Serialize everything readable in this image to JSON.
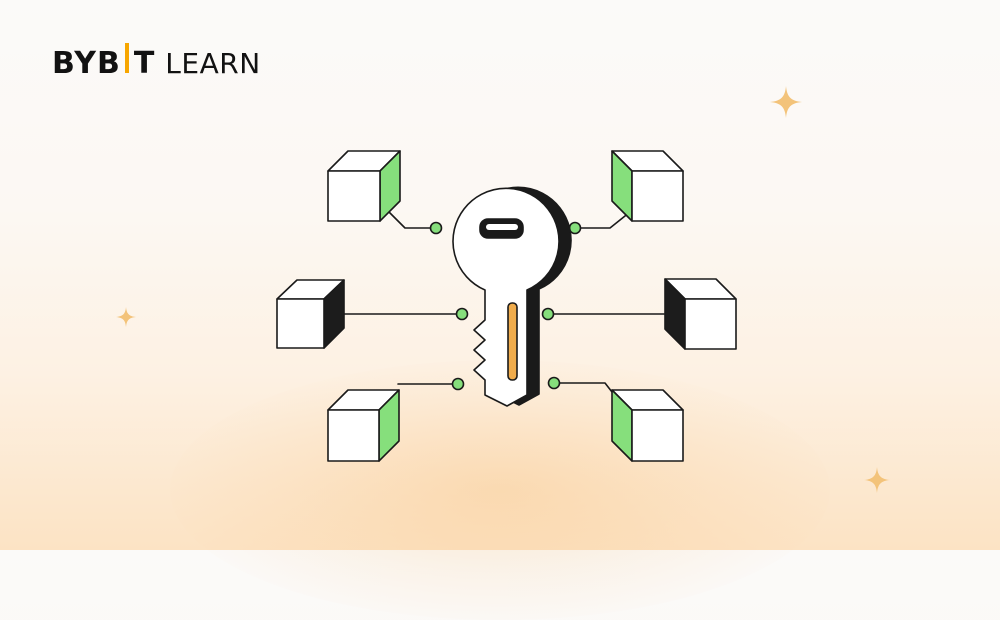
{
  "brand": {
    "name": "BYB",
    "name_tail": "T",
    "section": "LEARN"
  },
  "illustration": {
    "subject": "key-with-connected-cubes",
    "colors": {
      "background": "#fbfaf9",
      "accent_orange": "#f0ac4c",
      "accent_green": "#86df7c",
      "stroke": "#1a1a1a",
      "face": "#ffffff",
      "sparkle": "#f3c37a"
    }
  }
}
